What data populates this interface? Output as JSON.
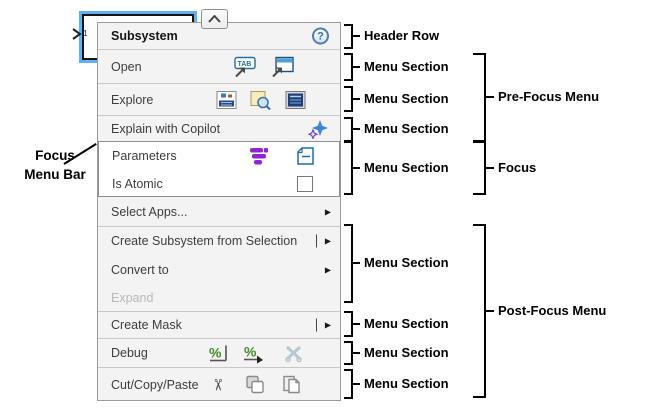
{
  "canvas": {
    "block_port_number": "1"
  },
  "menu": {
    "collapse_button_icon": "chevron-up-icon",
    "header": {
      "title": "Subsystem",
      "help_glyph": "?"
    },
    "items": {
      "open": {
        "label": "Open",
        "icons": [
          "open-in-tab-icon",
          "open-in-window-icon"
        ]
      },
      "explore": {
        "label": "Explore",
        "icons": [
          "library-browser-icon",
          "model-browser-icon",
          "model-explorer-icon"
        ]
      },
      "copilot": {
        "label": "Explain with Copilot",
        "icons": [
          "copilot-sparkle-icon"
        ]
      },
      "parameters": {
        "label": "Parameters",
        "icons": [
          "parameters-stack-icon",
          "block-parameters-icon"
        ]
      },
      "is_atomic": {
        "label": "Is Atomic",
        "checked": false
      },
      "select_apps": {
        "label": "Select Apps...",
        "submenu": true
      },
      "create_subsystem": {
        "label": "Create Subsystem from Selection",
        "submenu": true,
        "tearoff": true
      },
      "convert_to": {
        "label": "Convert to",
        "submenu": true
      },
      "expand": {
        "label": "Expand",
        "disabled": true
      },
      "create_mask": {
        "label": "Create Mask",
        "submenu": true,
        "tearoff": true
      },
      "debug": {
        "label": "Debug",
        "icons": [
          "breakpoint-percent-icon",
          "step-percent-icon",
          "debug-disabled-icon"
        ]
      },
      "cut_copy_paste": {
        "label": "Cut/Copy/Paste",
        "icons": [
          "cut-scissors-icon",
          "copy-icon",
          "paste-icon"
        ]
      }
    }
  },
  "annotations": {
    "header_row": "Header Row",
    "menu_section": "Menu Section",
    "pre_focus_menu": "Pre-Focus Menu",
    "focus": "Focus",
    "post_focus_menu": "Post-Focus Menu",
    "focus_menu_bar_line1": "Focus",
    "focus_menu_bar_line2": "Menu Bar"
  },
  "icon_glyphs": {
    "help": "?",
    "submenu_arrow": "▶",
    "scissors": "✂",
    "chevron_up": "⌃"
  },
  "colors": {
    "selection_blue": "#5fb0f2",
    "menu_bg": "#f3f3f3",
    "separator": "#c9c9c9",
    "focus_border": "#8f8f8f",
    "debug_green": "#3f8c2a",
    "parameters_purple": "#9222d6",
    "icon_blue": "#1f72a8",
    "annotation_black": "#000000"
  }
}
